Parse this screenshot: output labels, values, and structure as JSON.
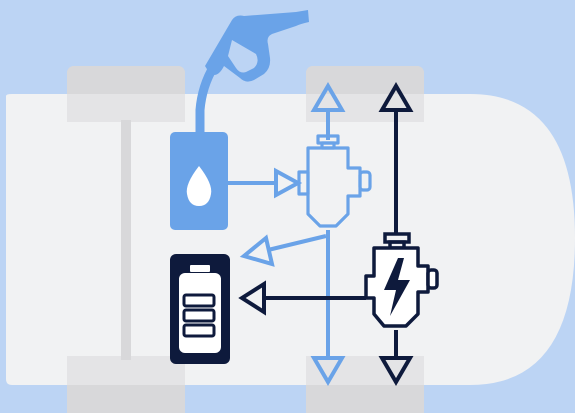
{
  "diagram": {
    "type": "hybrid-powertrain-illustration",
    "colors": {
      "background": "#bcd4f4",
      "car_body": "#f1f2f3",
      "wheel": "#d8d8da",
      "fuel_blue": "#6aa3e8",
      "electric_navy": "#0e1a3c",
      "white": "#ffffff"
    },
    "icons": {
      "fuel_nozzle": "fuel-pump-nozzle-icon",
      "fuel_tank": "fuel-tank-droplet-icon",
      "combustion_engine": "combustion-engine-icon",
      "battery": "battery-icon",
      "electric_motor": "electric-motor-lightning-icon"
    },
    "flows": [
      {
        "from": "fuel_tank",
        "to": "combustion_engine",
        "color": "fuel_blue"
      },
      {
        "from": "combustion_engine",
        "to": "front_axle",
        "color": "fuel_blue"
      },
      {
        "from": "combustion_engine",
        "to": "rear_axle",
        "color": "fuel_blue"
      },
      {
        "from": "combustion_engine",
        "to": "battery",
        "color": "fuel_blue"
      },
      {
        "from": "electric_motor",
        "to": "front_axle",
        "color": "electric_navy"
      },
      {
        "from": "electric_motor",
        "to": "rear_axle",
        "color": "electric_navy"
      },
      {
        "from": "electric_motor",
        "to": "battery",
        "color": "electric_navy"
      }
    ]
  }
}
